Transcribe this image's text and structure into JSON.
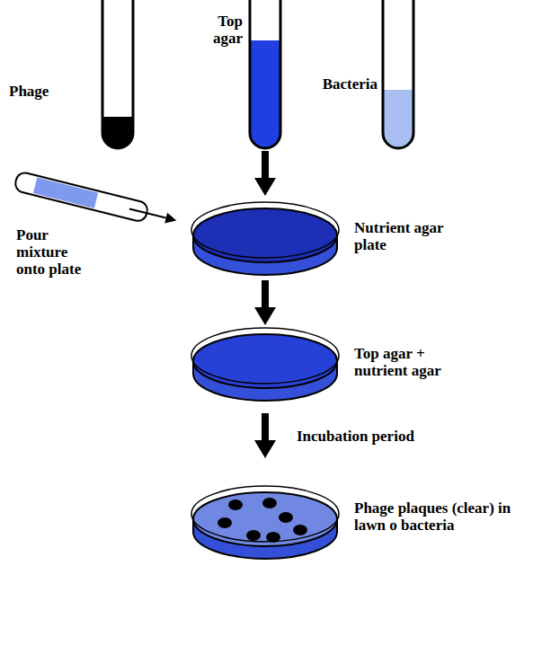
{
  "diagram": {
    "labels": [
      "Phage",
      "Top agar",
      "Bacteria",
      "Pour mixture onto plate",
      "Nutrient agar plate",
      "Top agar + nutrient agar",
      "Incubation period",
      "Phage plaques (clear) in lawn o bacteria"
    ]
  }
}
